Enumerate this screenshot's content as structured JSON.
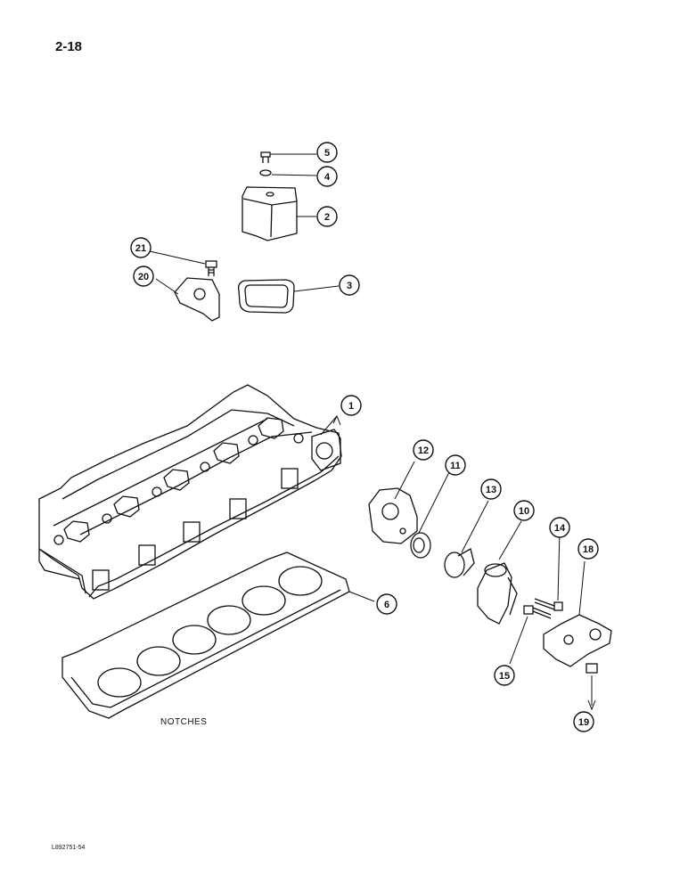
{
  "page_number": "2-18",
  "notches_label": "NOTCHES",
  "catalog_code": "L892751-54",
  "callouts": [
    "5",
    "4",
    "2",
    "21",
    "20",
    "3",
    "1",
    "12",
    "11",
    "13",
    "10",
    "14",
    "18",
    "6",
    "15",
    "19"
  ]
}
